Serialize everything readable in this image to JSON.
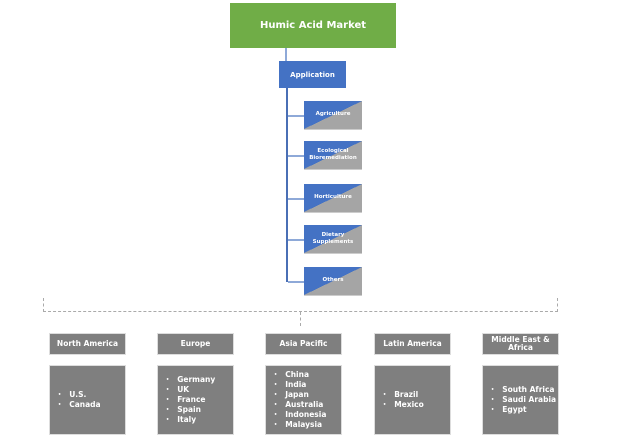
{
  "title": "Humic Acid Market",
  "application": {
    "label": "Application",
    "items": [
      "Agriculture",
      "Ecological Bioremediation",
      "Horticulture",
      "Dietary Supplements",
      "Others"
    ]
  },
  "regions": [
    {
      "name": "North America",
      "countries": [
        "U.S.",
        "Canada"
      ]
    },
    {
      "name": "Europe",
      "countries": [
        "Germany",
        "UK",
        "France",
        "Spain",
        "Italy"
      ]
    },
    {
      "name": "Asia Pacific",
      "countries": [
        "China",
        "India",
        "Japan",
        "Australia",
        "Indonesia",
        "Malaysia"
      ]
    },
    {
      "name": "Latin America",
      "countries": [
        "Brazil",
        "Mexico"
      ]
    },
    {
      "name": "Middle East & Africa",
      "countries": [
        "South Africa",
        "Saudi Arabia",
        "Egypt"
      ]
    }
  ]
}
